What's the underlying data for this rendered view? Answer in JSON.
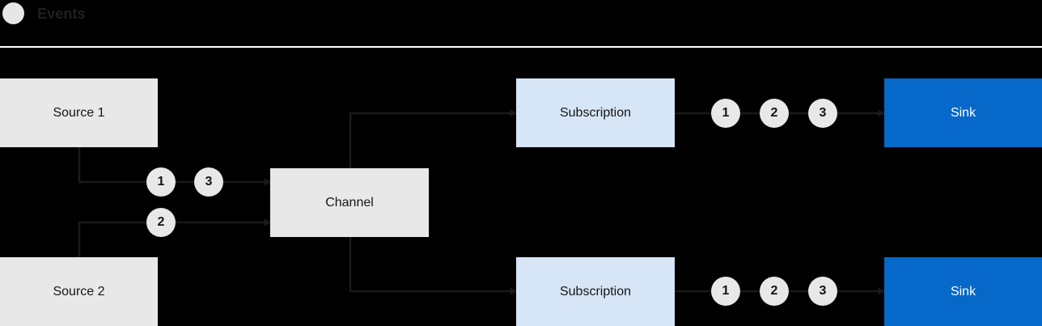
{
  "header": {
    "legend_marker": "event-token-circle",
    "legend_label": "Events"
  },
  "colors": {
    "background": "#000000",
    "source_box": "#e8e8e8",
    "channel_box": "#e8e8e8",
    "subscription_box": "#d6e6f7",
    "sink_box": "#0668c8",
    "sink_text": "#ffffff",
    "node_text": "#151515",
    "token_fill": "#e8e8e8",
    "edge": "#1a1a1a",
    "rule": "#ffffff"
  },
  "diagram": {
    "nodes": {
      "source_1": "Source 1",
      "source_2": "Source 2",
      "channel": "Channel",
      "subscription_top": "Subscription",
      "subscription_bottom": "Subscription",
      "sink_top": "Sink",
      "sink_bottom": "Sink"
    },
    "tokens": {
      "source1_to_channel": [
        "1",
        "3"
      ],
      "source2_to_channel": [
        "2"
      ],
      "subscription_top_to_sink": [
        "1",
        "2",
        "3"
      ],
      "subscription_bottom_to_sink": [
        "1",
        "2",
        "3"
      ]
    }
  }
}
